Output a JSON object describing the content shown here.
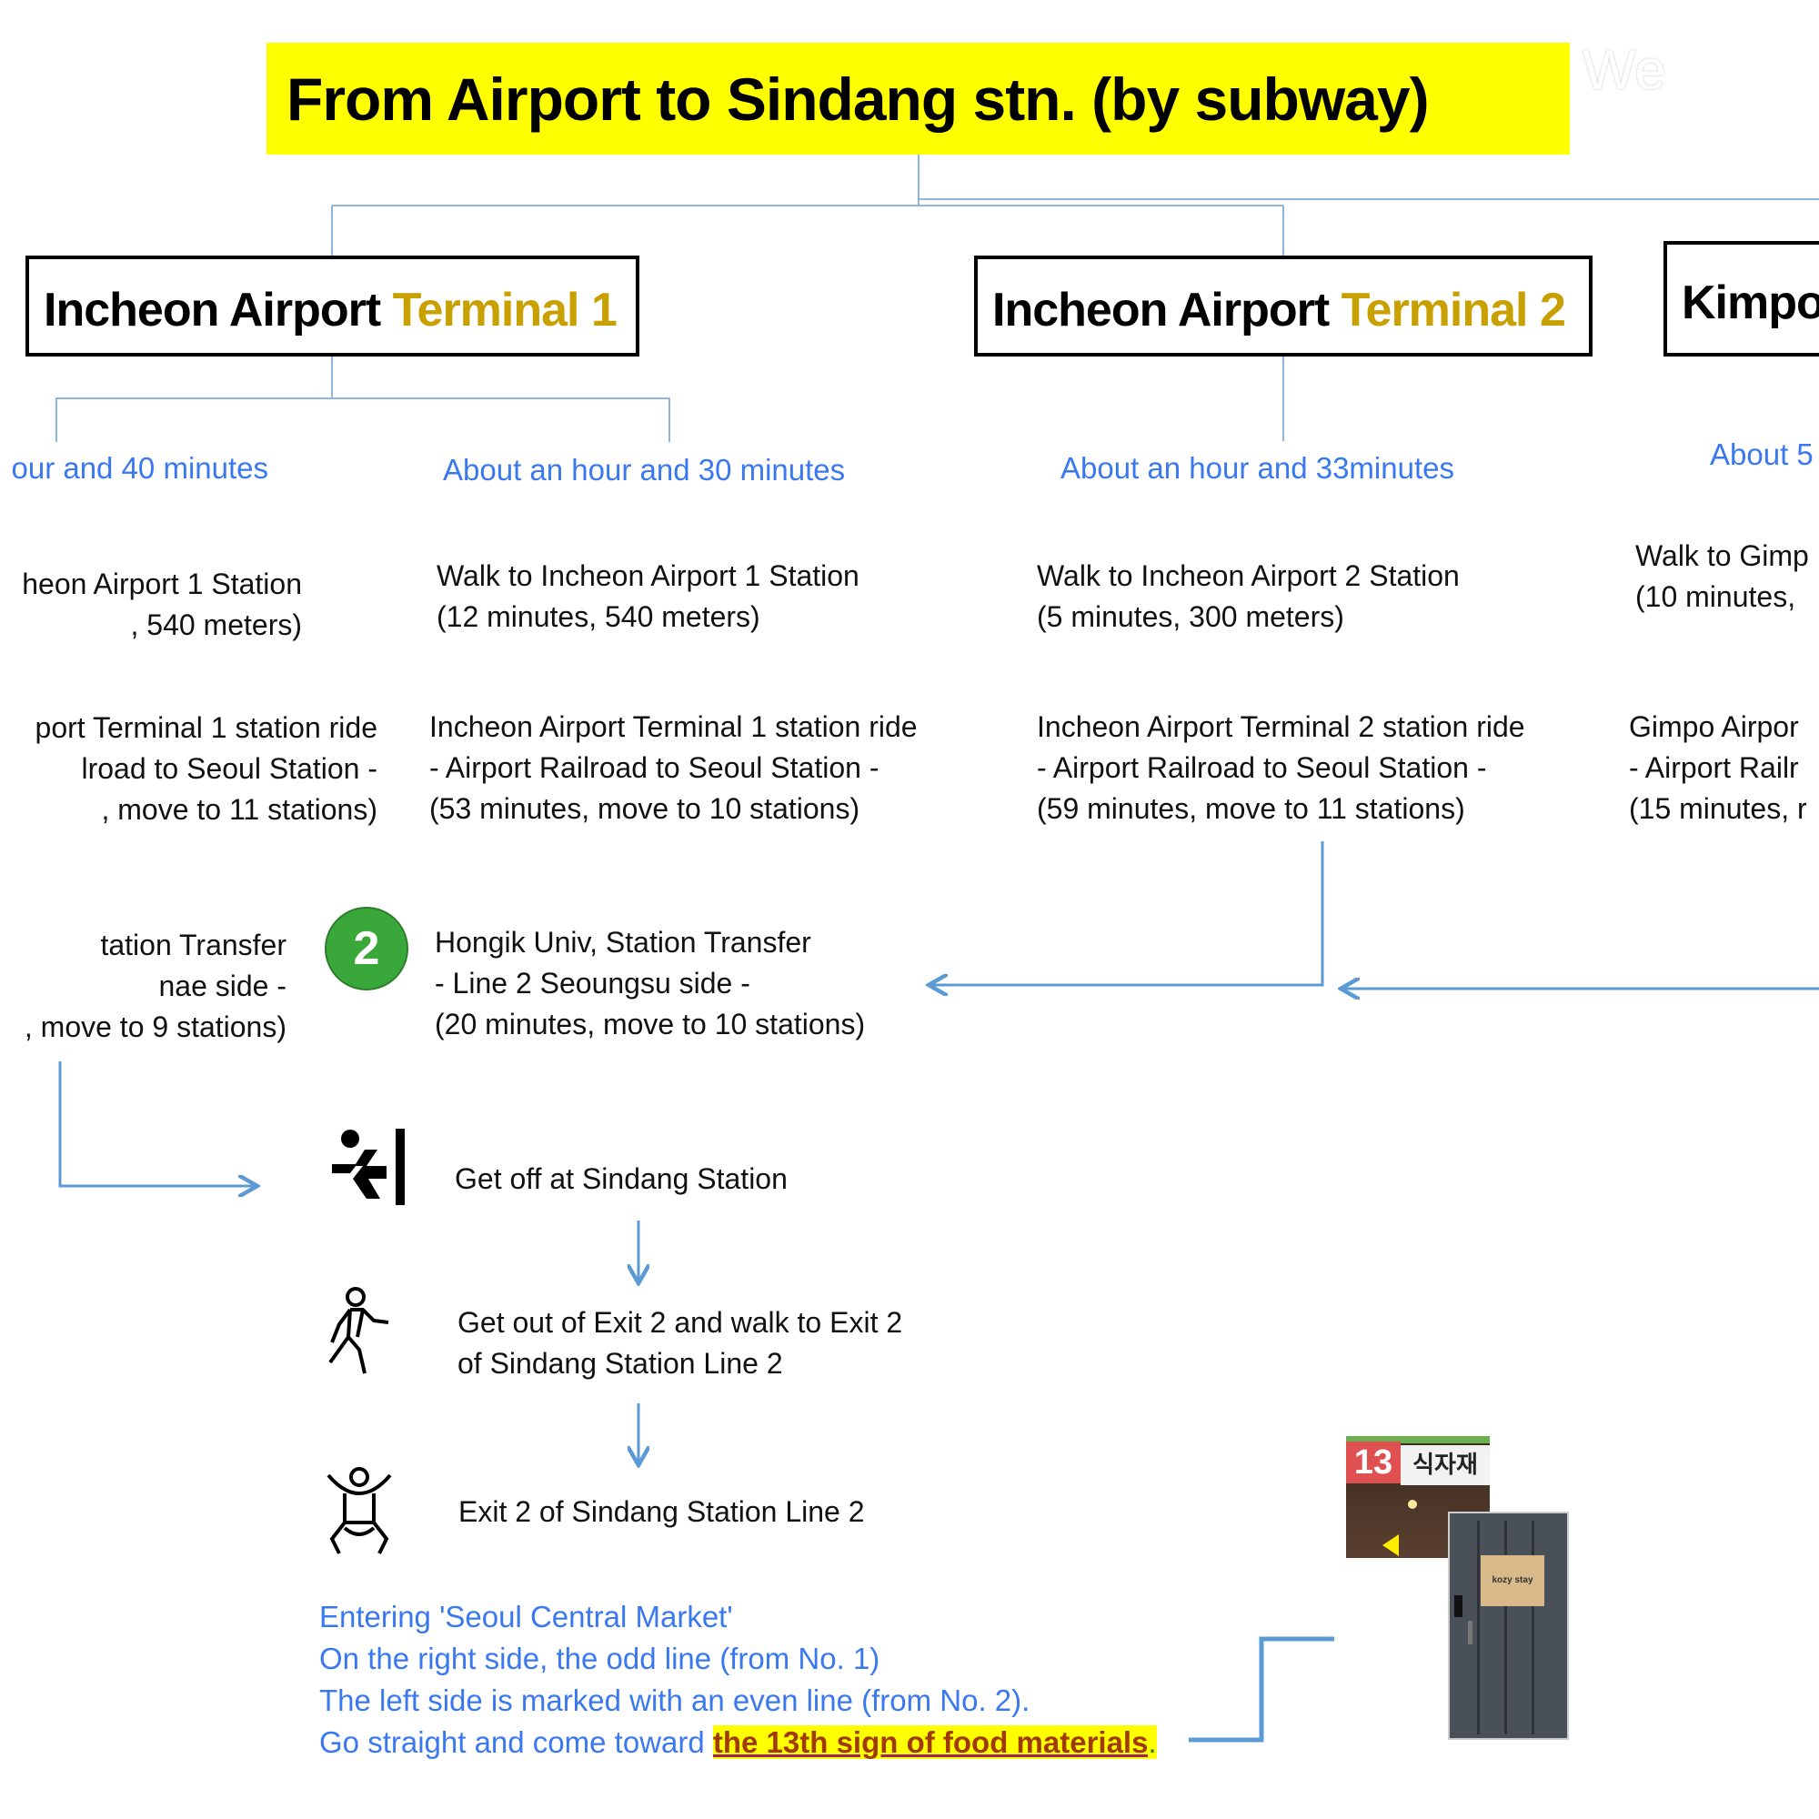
{
  "title": "From Airport to Sindang stn. (by subway)",
  "overlay_text": "We",
  "colors": {
    "title_bg": "#ffff00",
    "accent_gold": "#c8a000",
    "duration_blue": "#3a78f0",
    "connector": "#5b9bd5",
    "line2_green": "#3aa73a"
  },
  "terminals": [
    {
      "prefix": "Incheon Airport ",
      "highlight": "Terminal 1"
    },
    {
      "prefix": "Incheon Airport ",
      "highlight": "Terminal 2"
    },
    {
      "prefix": "Kimpo",
      "highlight": ""
    }
  ],
  "routes": [
    {
      "duration": "our and 40 minutes",
      "walk": [
        "heon Airport 1 Station",
        ", 540 meters)"
      ],
      "ride": [
        "port Terminal 1 station ride",
        "lroad to Seoul Station -",
        ", move to 11 stations)"
      ],
      "transfer": [
        "tation Transfer",
        "nae side -",
        ", move to 9 stations)"
      ]
    },
    {
      "duration": "About an hour and 30 minutes",
      "walk": [
        "Walk to Incheon Airport 1 Station",
        "(12 minutes, 540 meters)"
      ],
      "ride": [
        "Incheon Airport Terminal 1 station ride",
        "- Airport Railroad to Seoul Station -",
        "(53 minutes, move to 10 stations)"
      ],
      "transfer_badge": "2",
      "transfer": [
        "Hongik Univ, Station Transfer",
        "- Line 2 Seoungsu side -",
        "(20 minutes, move to 10 stations)"
      ]
    },
    {
      "duration": "About an hour and 33minutes",
      "walk": [
        "Walk to Incheon Airport 2 Station",
        "(5 minutes, 300 meters)"
      ],
      "ride": [
        "Incheon Airport Terminal 2 station ride",
        "- Airport Railroad to Seoul Station -",
        "(59 minutes, move to 11 stations)"
      ]
    },
    {
      "duration": "About 5",
      "walk": [
        "Walk to Gimp",
        "(10 minutes, "
      ],
      "ride": [
        "Gimpo Airpor",
        "- Airport Railr",
        "(15 minutes, r"
      ]
    }
  ],
  "steps": [
    {
      "icon": "exit-icon",
      "text": [
        "Get off at Sindang Station"
      ]
    },
    {
      "icon": "walking-person-icon",
      "text": [
        "Get out of Exit 2 and walk to Exit 2",
        "of Sindang Station Line 2"
      ]
    },
    {
      "icon": "person-arms-up-icon",
      "text": [
        "Exit 2 of Sindang Station Line 2"
      ]
    }
  ],
  "directions": {
    "lines": [
      "Entering 'Seoul Central Market'",
      "On the right side, the odd line (from No. 1)",
      "The left side is marked with an even line (from No. 2)."
    ],
    "last_prefix": "Go straight and come toward ",
    "last_highlight": "the 13th sign of food materials",
    "last_suffix": "."
  },
  "photos": {
    "sign_number": "13",
    "sign_text": "식자재",
    "door_sign": "kozy stay"
  }
}
